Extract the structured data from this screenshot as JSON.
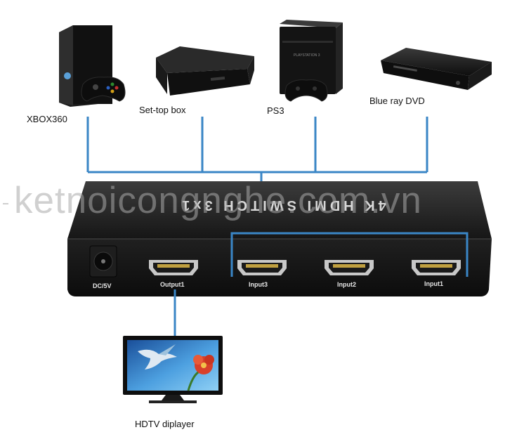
{
  "devices": {
    "xbox": "XBOX360",
    "settop": "Set-top box",
    "ps3": "PS3",
    "bluray": "Blue ray DVD"
  },
  "splitter": {
    "top_text": "4K HDMI SWITCH 3x1",
    "ports": {
      "power": "DC/5V",
      "output1": "Output1",
      "input3": "Input3",
      "input2": "Input2",
      "input1": "Input1"
    }
  },
  "display": {
    "label": "HDTV diplayer"
  },
  "watermark": "ketnoicongnghe.com.vn",
  "colors": {
    "connector": "#3a86c6",
    "device": "#1c1c1c",
    "box_front": "#141414"
  }
}
